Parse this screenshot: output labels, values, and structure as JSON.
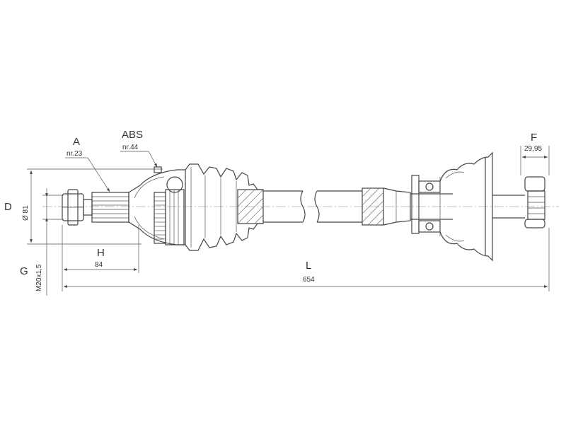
{
  "drawing": {
    "labels": {
      "A": "A",
      "A_note": "nr.23",
      "ABS": "ABS",
      "ABS_note": "nr.44",
      "F": "F",
      "F_value": "29,95",
      "D": "D",
      "D_value": "Ø 81",
      "H": "H",
      "H_value": "84",
      "G": "G",
      "G_value": "M20x1,5",
      "L": "L",
      "L_value": "654"
    },
    "colors": {
      "line": "#444444",
      "text": "#333333",
      "background": "#ffffff"
    }
  }
}
